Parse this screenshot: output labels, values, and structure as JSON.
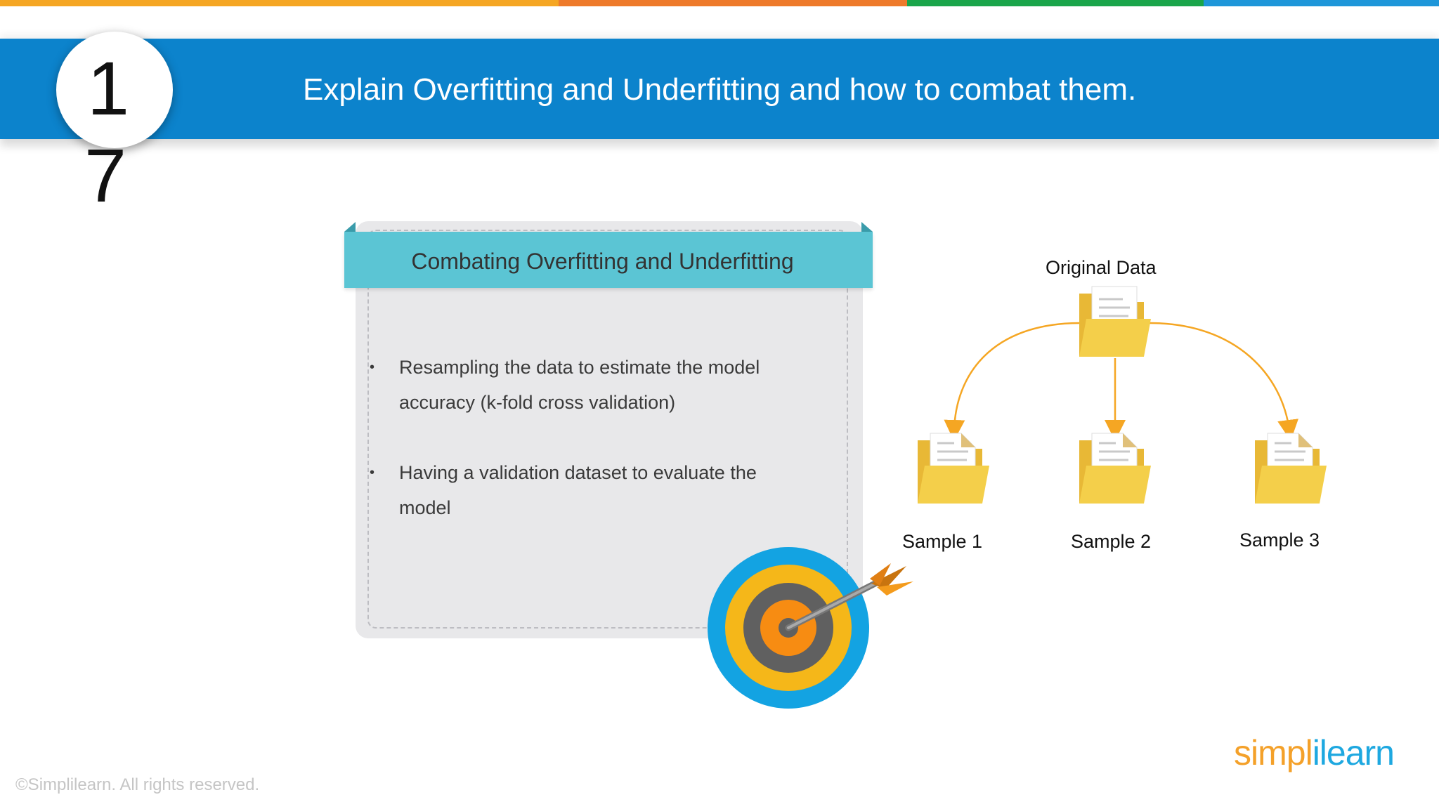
{
  "colors": {
    "top_orange": "#f5a623",
    "top_orange_dark": "#ee7a2b",
    "top_green": "#1aa54a",
    "top_blue": "#1e96d9",
    "header_blue": "#0c83cc",
    "card_header_teal": "#5bc5d4",
    "folder_yellow": "#f4cf4a",
    "arrow_orange": "#f5a623"
  },
  "slide": {
    "number": [
      "1",
      "7"
    ],
    "title": "Explain Overfitting and Underfitting and how to combat them."
  },
  "card": {
    "title": "Combating Overfitting and Underfitting",
    "bullet_marker": "•",
    "bullets": [
      "Resampling the data to estimate the model accuracy (k-fold cross validation)",
      "Having a validation dataset to evaluate the model"
    ]
  },
  "diagram": {
    "root_label": "Original Data",
    "samples": [
      "Sample 1",
      "Sample 2",
      "Sample 3"
    ],
    "icons": [
      "folder-document-icon",
      "target-arrow-icon"
    ]
  },
  "footer": {
    "copyright": "©Simplilearn. All rights reserved.",
    "logo_part1": "simpl",
    "logo_part2": "ilearn"
  }
}
